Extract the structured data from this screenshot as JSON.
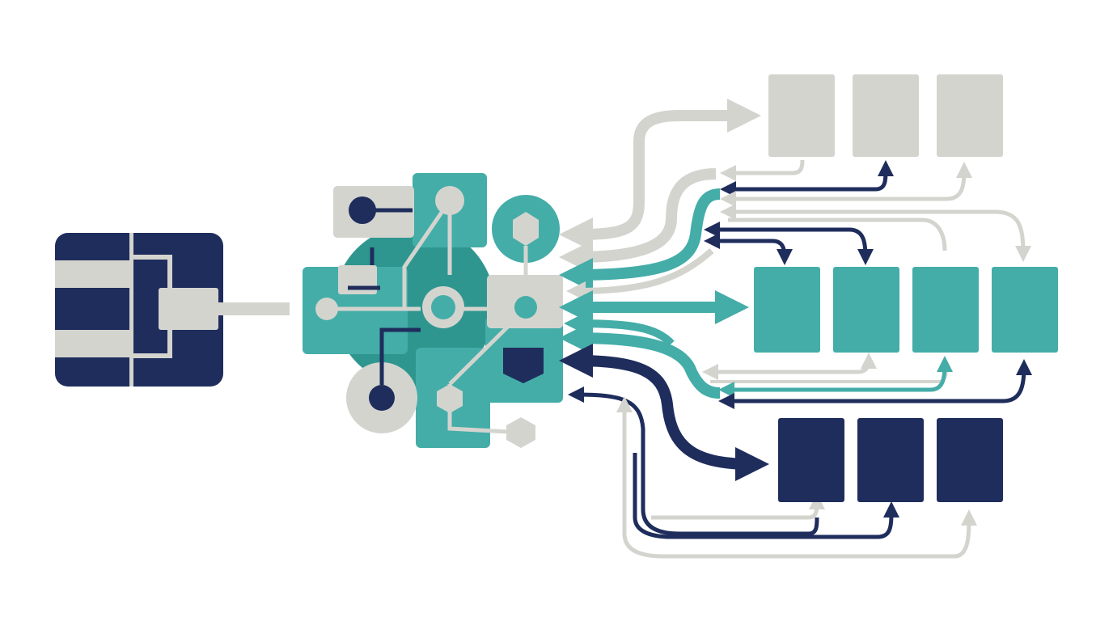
{
  "colors": {
    "background": "#ffffff",
    "navy": "#1f2d5c",
    "teal": "#44ada8",
    "teal_dark": "#2e968f",
    "gray": "#d4d4cf",
    "gray_light": "#dededa"
  },
  "diagram": {
    "source_block": {
      "icon": "chip-icon",
      "color": "navy"
    },
    "hub": {
      "icon": "circuit-network-icon",
      "color": "teal"
    },
    "output_groups": [
      {
        "name": "top-group",
        "color": "gray",
        "box_count": 3
      },
      {
        "name": "middle-group",
        "color": "teal",
        "box_count": 4
      },
      {
        "name": "bottom-group",
        "color": "navy",
        "box_count": 3
      }
    ]
  }
}
